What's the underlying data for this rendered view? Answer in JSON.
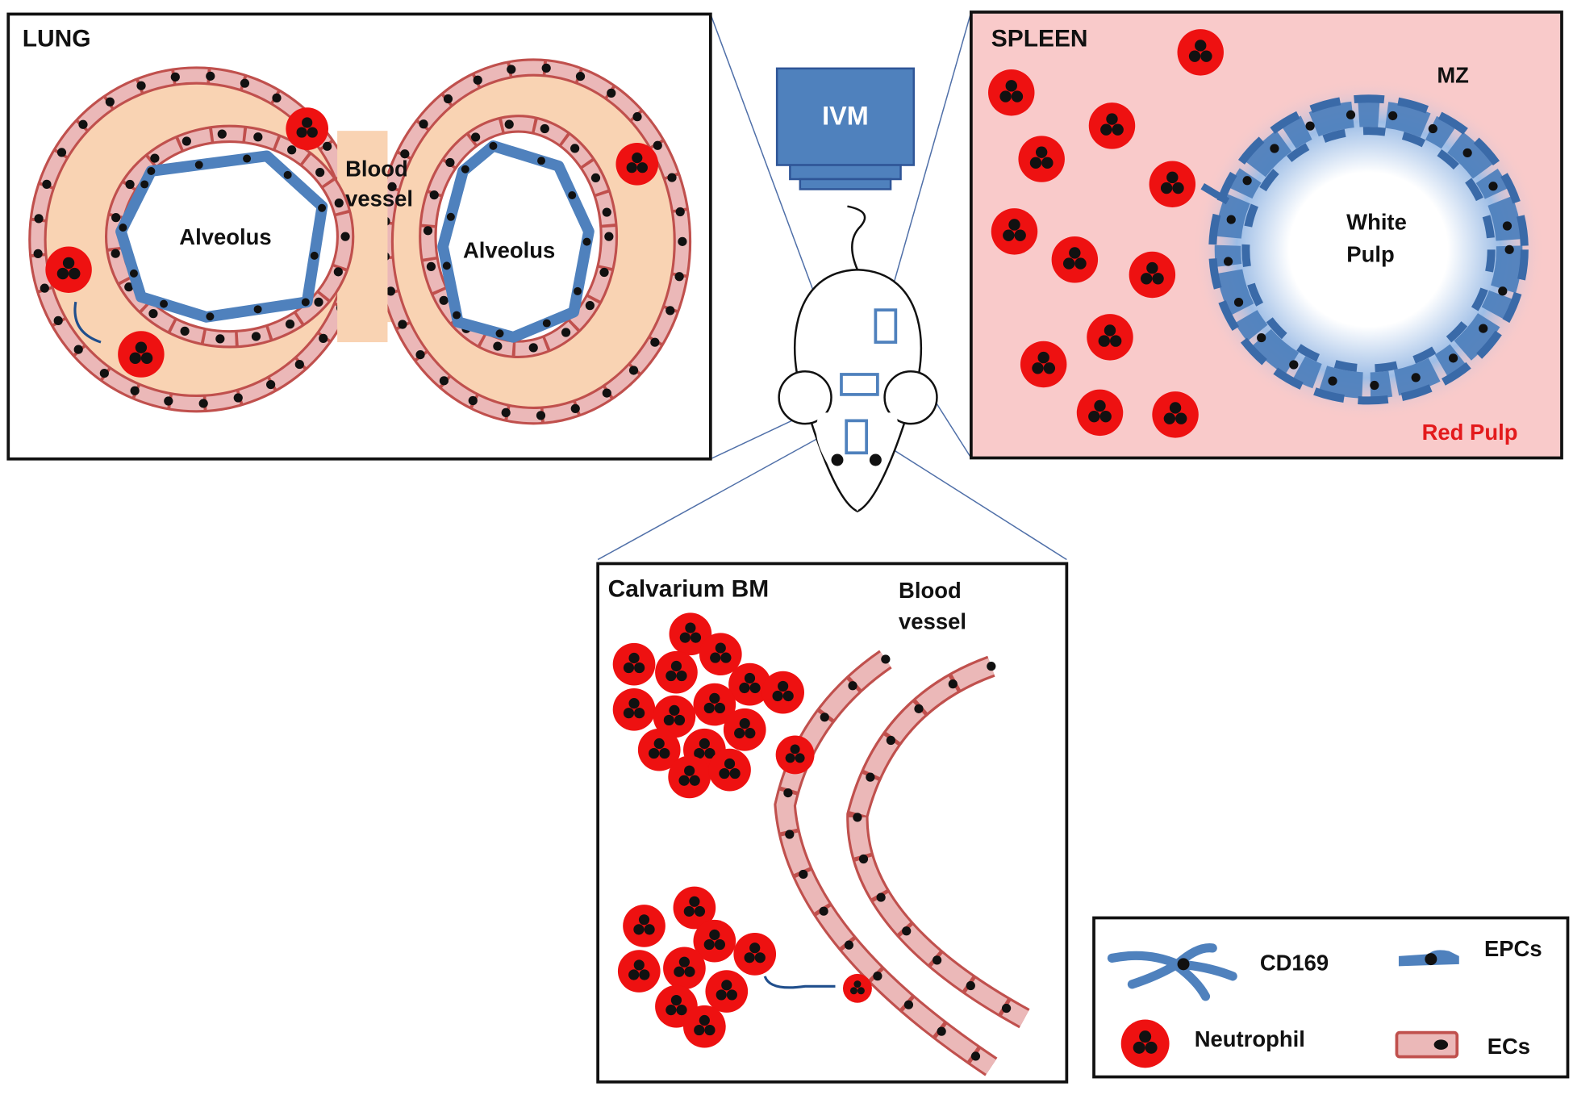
{
  "lung": {
    "title": "LUNG",
    "blood_vessel_line1": "Blood",
    "blood_vessel_line2": "vessel",
    "alveolus_left": "Alveolus",
    "alveolus_right": "Alveolus"
  },
  "ivm": {
    "label": "IVM"
  },
  "spleen": {
    "title": "SPLEEN",
    "mz": "MZ",
    "white_pulp_line1": "White",
    "white_pulp_line2": "Pulp",
    "red_pulp": "Red Pulp"
  },
  "calvarium": {
    "title": "Calvarium BM",
    "blood_vessel_line1": "Blood",
    "blood_vessel_line2": "vessel"
  },
  "legend": {
    "cd169": "CD169",
    "epcs": "EPCs",
    "neutrophil": "Neutrophil",
    "ecs": "ECs"
  },
  "colors": {
    "neutrophil": "#ee1111",
    "ec_fill": "#ebb8b8",
    "ec_border": "#c0504d",
    "epc_blue": "#4f81bd",
    "vessel_fill": "#f9d3b3",
    "spleen_bg": "#f9caca",
    "red_pulp_text": "#e31a1c"
  }
}
